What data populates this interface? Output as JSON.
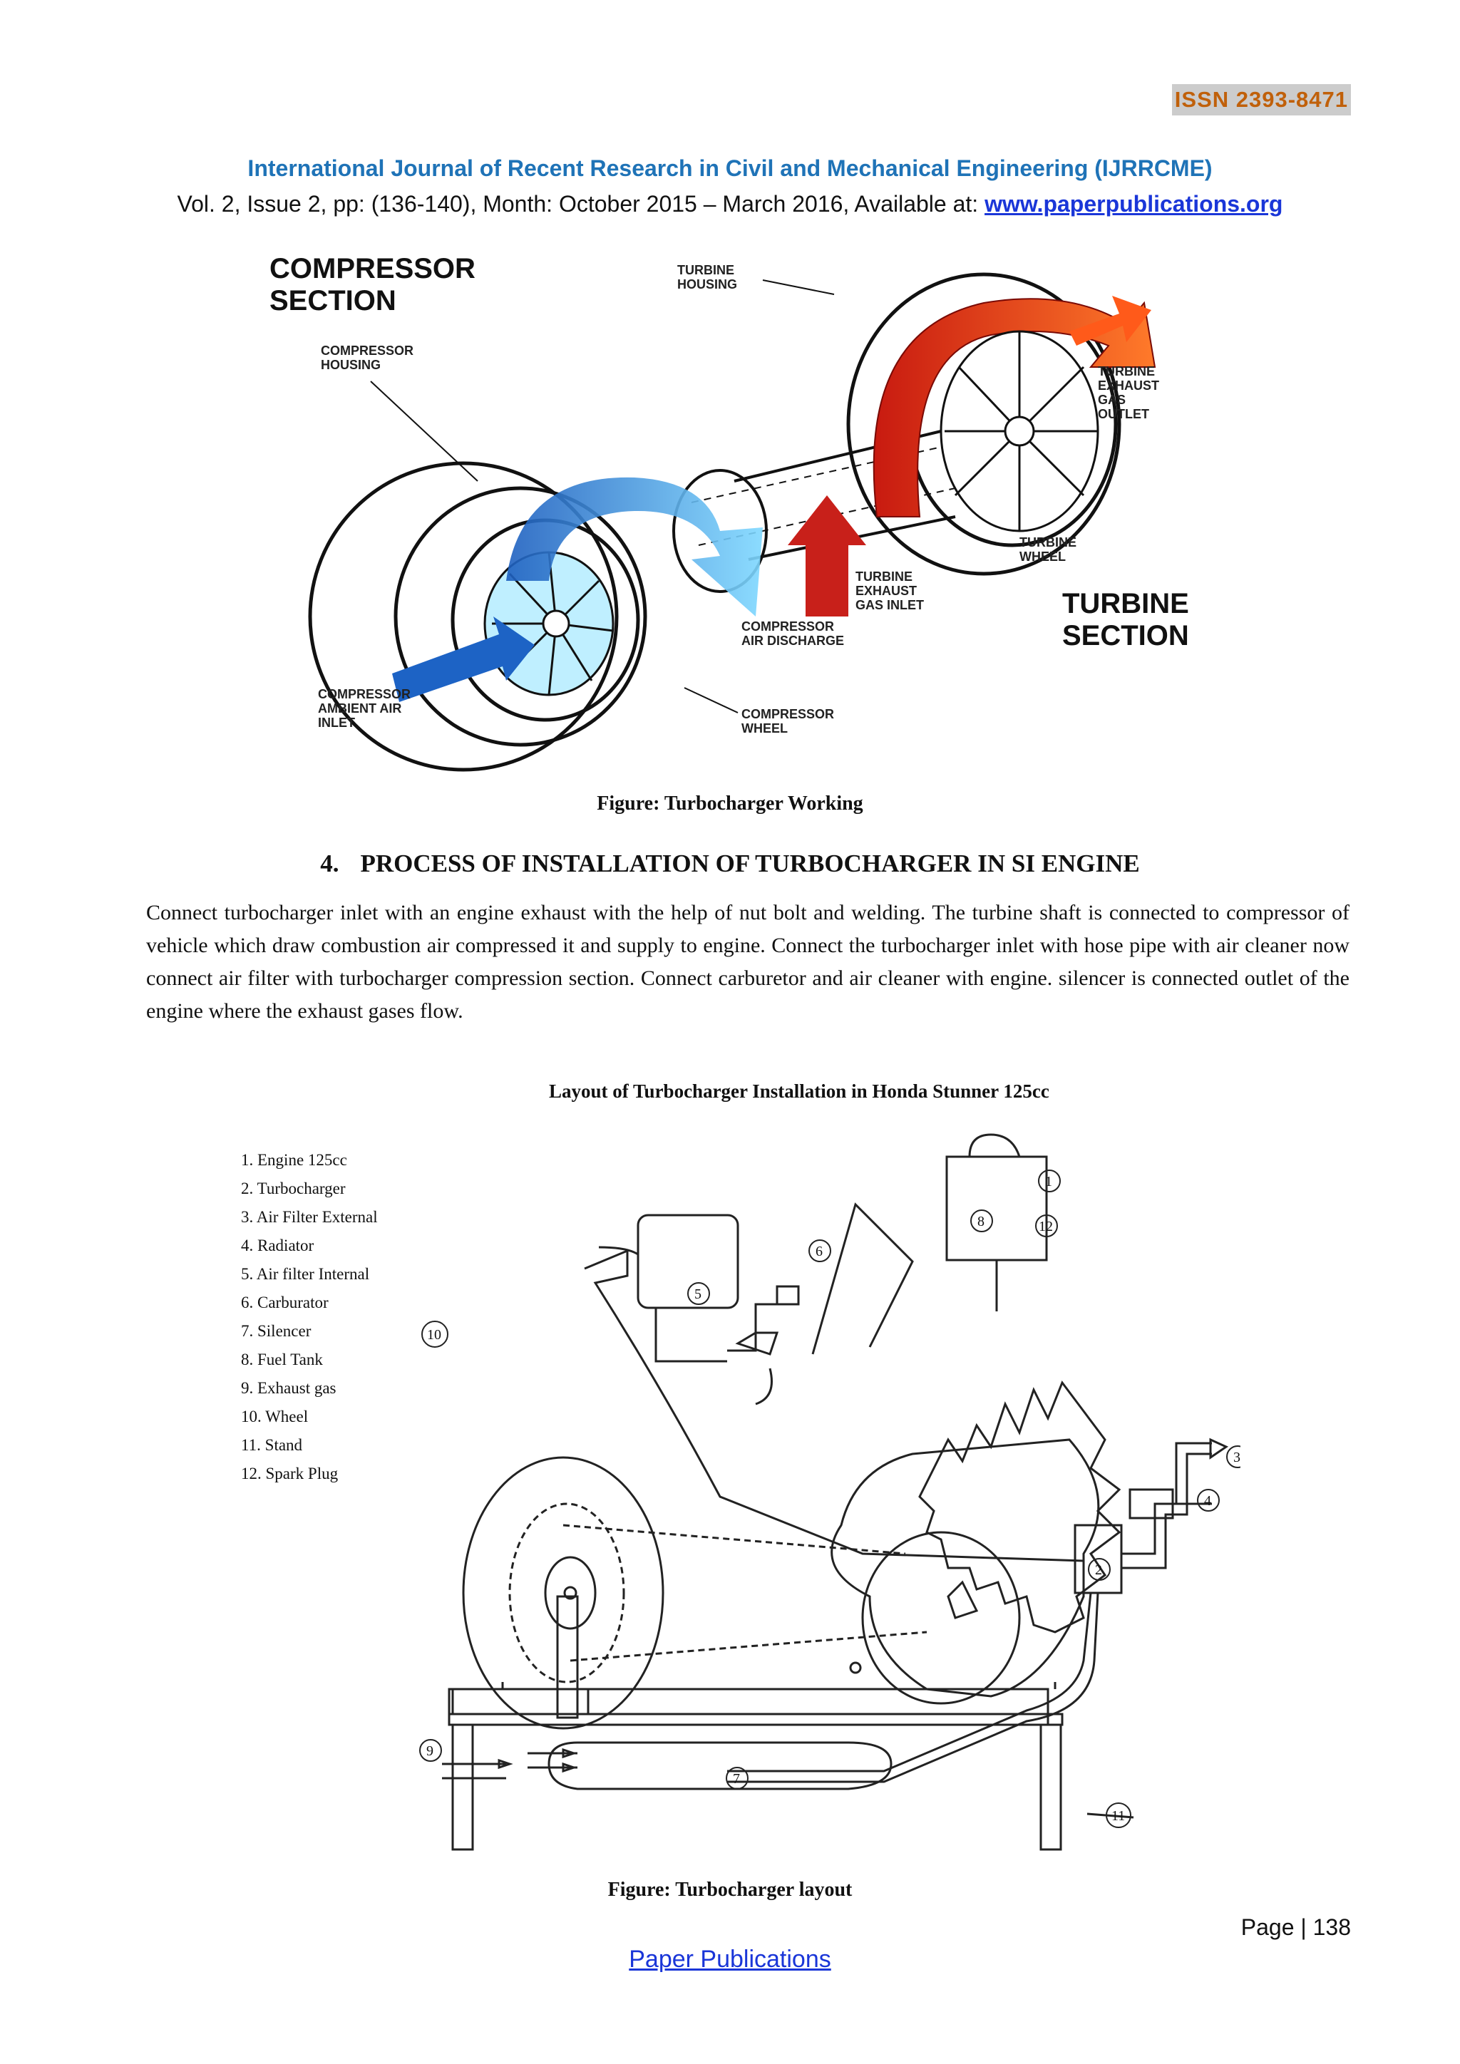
{
  "header": {
    "issn": "ISSN  2393-8471",
    "journal_title": "International Journal of Recent Research in Civil and Mechanical Engineering (IJRRCME)",
    "volume_text": "Vol. 2, Issue 2, pp: (136-140), Month: October 2015 – March 2016, Available at: ",
    "website": "www.paperpublications.org"
  },
  "figure1": {
    "compressor_section": [
      "COMPRESSOR",
      "SECTION"
    ],
    "turbine_section": [
      "TURBINE",
      "SECTION"
    ],
    "labels": {
      "turbine_housing": [
        "TURBINE",
        "HOUSING"
      ],
      "compressor_housing": [
        "COMPRESSOR",
        "HOUSING"
      ],
      "turbine_exhaust_outlet": [
        "TURBINE",
        "EXHAUST",
        "GAS",
        "OUTLET"
      ],
      "turbine_wheel": [
        "TURBINE",
        "WHEEL"
      ],
      "turbine_exhaust_inlet": [
        "TURBINE",
        "EXHAUST",
        "GAS INLET"
      ],
      "compressor_air_discharge": [
        "COMPRESSOR",
        "AIR DISCHARGE"
      ],
      "compressor_ambient_inlet": [
        "COMPRESSOR",
        "AMBIENT AIR",
        "INLET"
      ],
      "compressor_wheel": [
        "COMPRESSOR",
        "WHEEL"
      ]
    },
    "caption": "Figure: Turbocharger Working"
  },
  "section": {
    "number": "4.",
    "title": "PROCESS OF INSTALLATION OF TURBOCHARGER IN SI ENGINE",
    "paragraph": "Connect turbocharger inlet with an engine exhaust with the help of nut bolt and welding. The turbine shaft is connected to compressor of vehicle which draw combustion air compressed it and supply to engine. Connect the turbocharger inlet with hose pipe with air cleaner now connect air filter with turbocharger compression section. Connect carburetor and air cleaner with engine. silencer is connected outlet of the engine where the exhaust gases flow."
  },
  "figure2": {
    "title": "Layout of Turbocharger Installation in Honda Stunner 125cc",
    "legend": [
      "1. Engine 125cc",
      "2. Turbocharger",
      "3. Air Filter External",
      "4. Radiator",
      "5. Air filter Internal",
      "6. Carburator",
      "7. Silencer",
      "8. Fuel Tank",
      "9. Exhaust gas",
      "10. Wheel",
      "11. Stand",
      "12. Spark Plug"
    ],
    "markers": [
      "1",
      "2",
      "3",
      "4",
      "5",
      "6",
      "7",
      "8",
      "9",
      "10",
      "11",
      "12"
    ],
    "caption": "Figure: Turbocharger layout"
  },
  "footer": {
    "page": "Page | 138",
    "publisher": "Paper Publications"
  }
}
